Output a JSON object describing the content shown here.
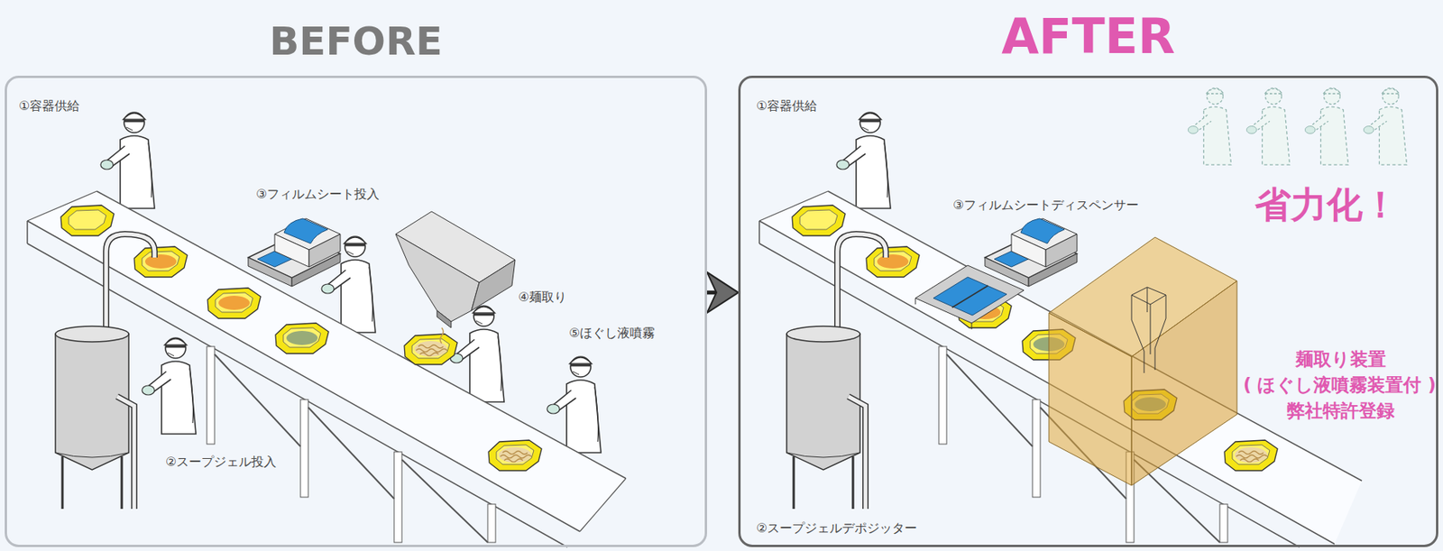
{
  "diagram": {
    "nodes": [
      {
        "text": [
          "BEFORE"
        ]
      },
      {
        "text": [
          "AFTER"
        ]
      }
    ],
    "edges": [
      {
        "from": 0,
        "to": 1,
        "arrow": "to"
      }
    ],
    "labels": [
      "①容器供給",
      "③フィルムシート投入",
      "④麺取り",
      "⑤ほぐし液噴霧",
      "②スープジェル投入",
      "①容器供給",
      "③フィルムシートディスペンサー",
      "②スープジェルデポジッター",
      "省力化！",
      "麺取り装置",
      "( ほぐし液噴霧装置付 )",
      "弊社特許登録"
    ]
  }
}
